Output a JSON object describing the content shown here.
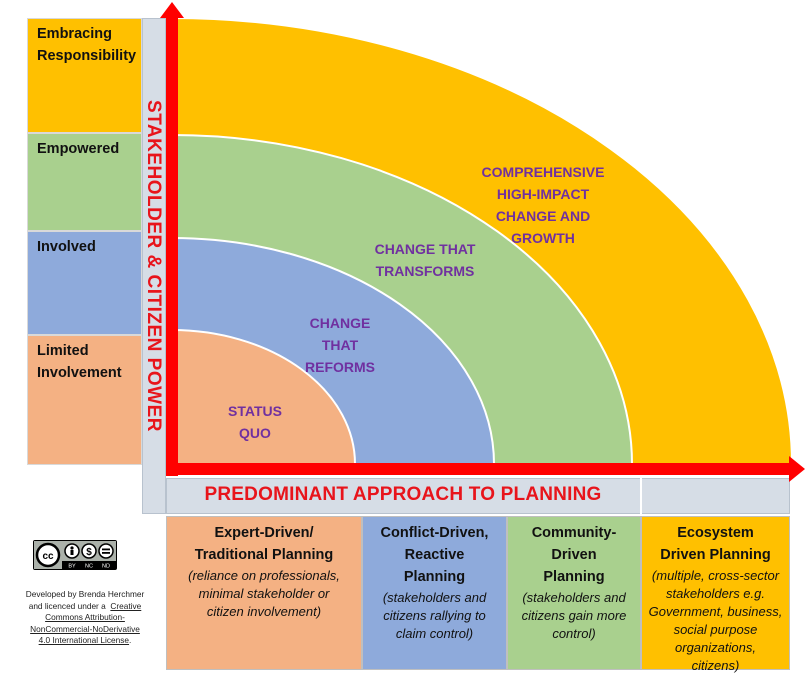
{
  "y_axis": {
    "label": "STAKEHOLDER & CITIZEN POWER",
    "levels": [
      {
        "lines": [
          "Embracing",
          "Responsibility"
        ],
        "color": "#ffc000"
      },
      {
        "lines": [
          "Empowered"
        ],
        "color": "#a9d08e"
      },
      {
        "lines": [
          "Involved"
        ],
        "color": "#8eaadb"
      },
      {
        "lines": [
          "Limited",
          "Involvement"
        ],
        "color": "#f4b183"
      }
    ]
  },
  "x_axis": {
    "label": "PREDOMINANT APPROACH TO PLANNING"
  },
  "arcs": [
    {
      "lines": [
        "STATUS",
        "QUO"
      ],
      "color": "#f4b183"
    },
    {
      "lines": [
        "CHANGE",
        "THAT",
        "REFORMS"
      ],
      "color": "#8eaadb"
    },
    {
      "lines": [
        "CHANGE THAT",
        "TRANSFORMS"
      ],
      "color": "#a9d08e"
    },
    {
      "lines": [
        "COMPREHENSIVE",
        "HIGH-IMPACT",
        "CHANGE AND",
        "GROWTH"
      ],
      "color": "#ffc000"
    }
  ],
  "approaches": [
    {
      "title": [
        "Expert-Driven/",
        "Traditional Planning"
      ],
      "desc": [
        "(reliance on professionals,",
        "minimal stakeholder or",
        "citizen involvement)"
      ],
      "color": "#f4b183"
    },
    {
      "title": [
        "Conflict-Driven,",
        "Reactive",
        "Planning"
      ],
      "desc": [
        "(stakeholders and",
        "citizens rallying to",
        "claim control)"
      ],
      "color": "#8eaadb"
    },
    {
      "title": [
        "Community-",
        "Driven",
        "Planning"
      ],
      "desc": [
        "(stakeholders and",
        "citizens gain more",
        "control)"
      ],
      "color": "#a9d08e"
    },
    {
      "title": [
        "Ecosystem",
        "Driven Planning"
      ],
      "desc": [
        "(multiple, cross-sector",
        "stakeholders e.g.",
        "Government, business,",
        "social purpose",
        "organizations,",
        "citizens)"
      ],
      "color": "#ffc000"
    }
  ],
  "license": {
    "badge": {
      "cc": "cc",
      "by": "BY",
      "nc": "NC",
      "nd": "ND"
    },
    "line1": "Developed by Brenda Herchmer",
    "line2": "and  licenced under a",
    "link": [
      "Creative",
      "Commons Attribution-",
      "NonCommercial-NoDerivative",
      "4.0 International License"
    ],
    "end": "."
  },
  "colors": {
    "axis_red": "#ff0000",
    "label_red": "#e8141b",
    "arc_text": "#7030a0"
  }
}
